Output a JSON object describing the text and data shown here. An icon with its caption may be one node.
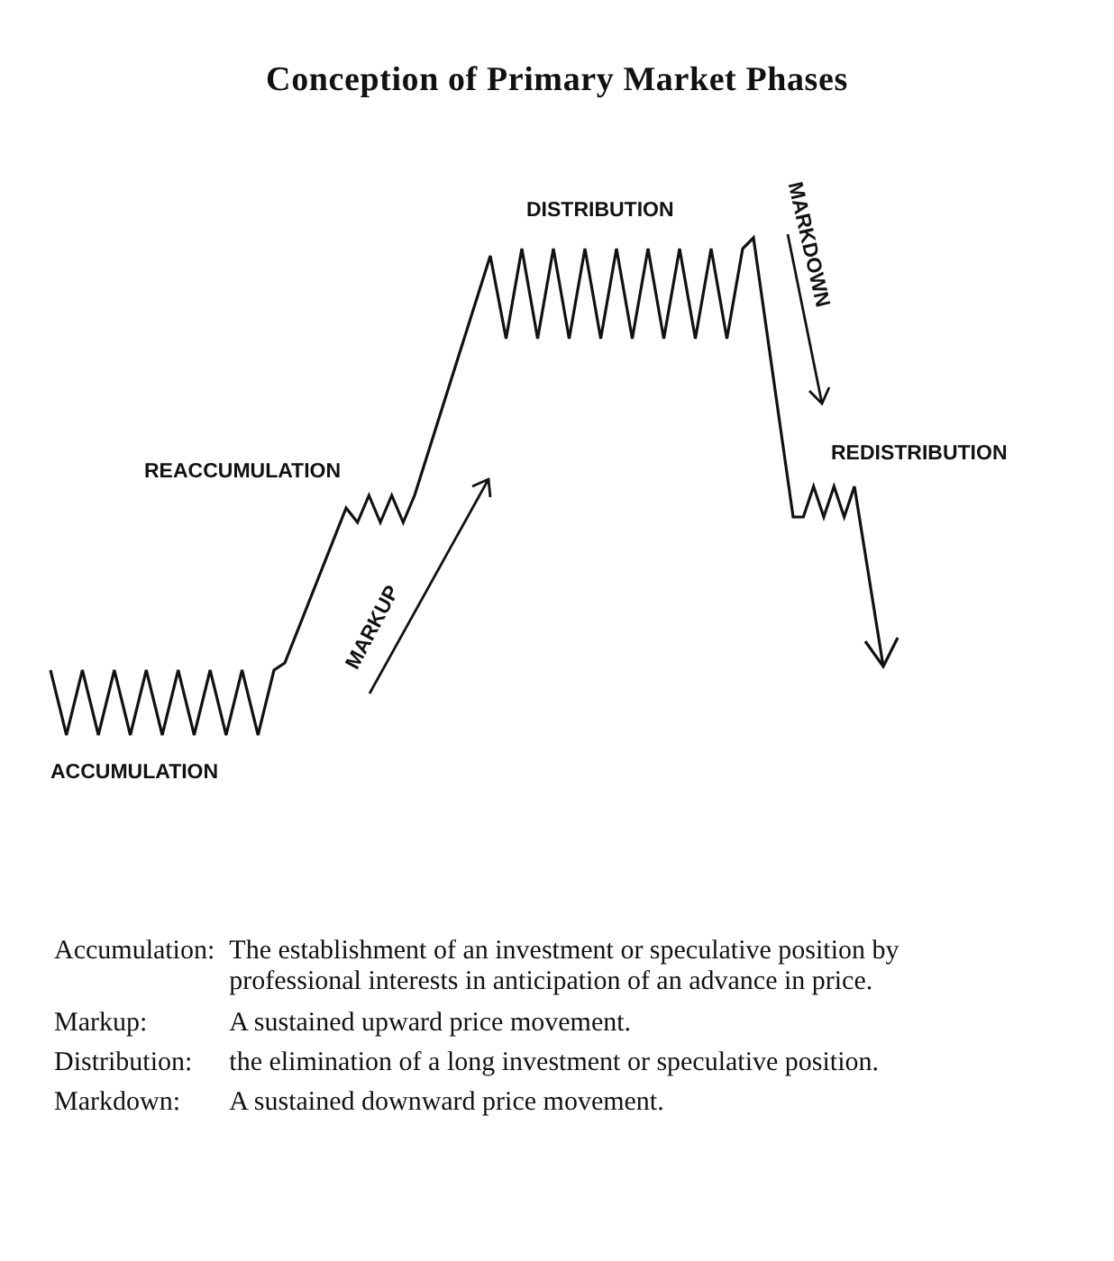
{
  "diagram": {
    "title": "Conception of Primary Market Phases",
    "labels": [
      "DISTRIBUTION",
      "MARKDOWN",
      "REACCUMULATION",
      "REDISTRIBUTION",
      "MARKUP",
      "ACCUMULATION",
      "Accumulation:",
      "The establishment of an investment or speculative position by professional interests in anticipation of an advance in price.",
      "Markup:",
      "A sustained upward price movement.",
      "Distribution:",
      "the elimination of a long investment or speculative position.",
      "Markdown:",
      "A sustained downward price movement."
    ]
  }
}
